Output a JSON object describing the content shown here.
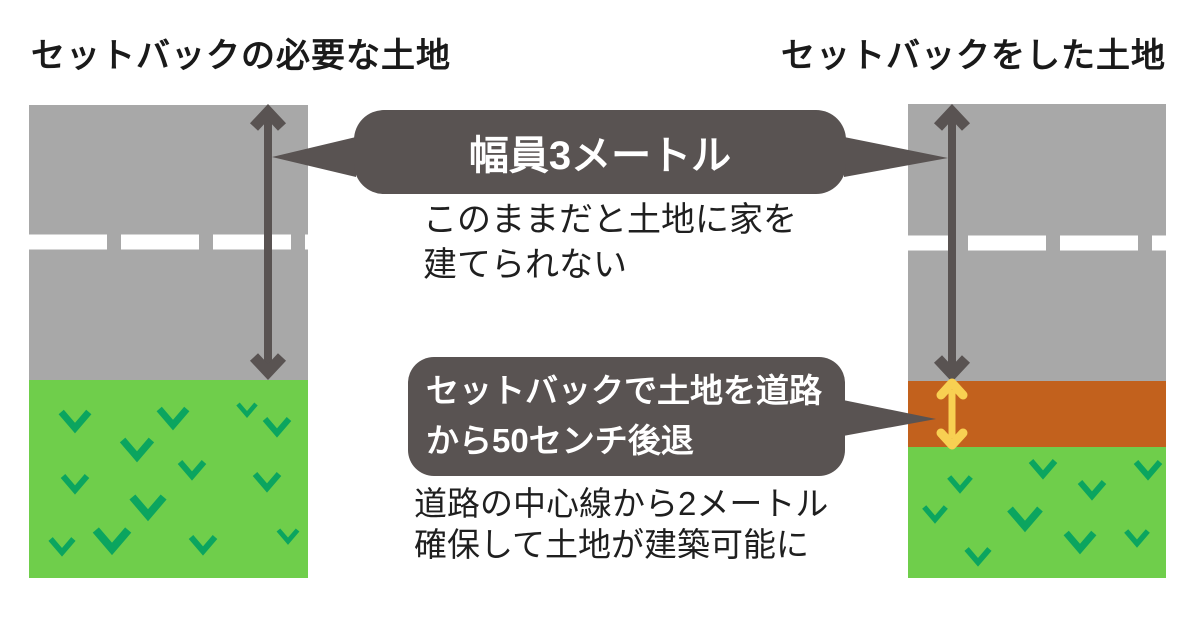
{
  "left_panel": {
    "title": "セットバックの必要な土地"
  },
  "right_panel": {
    "title": "セットバックをした土地"
  },
  "callout_road_width": {
    "label": "幅員3メートル"
  },
  "note_no_build": {
    "line1": "このままだと土地に家を",
    "line2": "建てられない"
  },
  "callout_setback": {
    "line1": "セットバックで土地を道路",
    "line2": "から50センチ後退"
  },
  "note_buildable": {
    "line1": "道路の中心線から2メートル",
    "line2": "確保して土地が建築可能に"
  },
  "colors": {
    "background": "#FFFFFF",
    "road": "#A8A8A8",
    "lane_line": "#FFFFFF",
    "dark_gray": "#595352",
    "grass": "#6FCE4B",
    "grass_mark": "#0BA55F",
    "setback_strip": "#C2611D",
    "setback_arrow_yellow": "#F8D052",
    "text": "#1A1A1A"
  },
  "icons": {
    "road_width_arrow": "double-arrow-vertical-icon",
    "setback_arrow": "double-arrow-vertical-icon",
    "grass_mark": "v-check-icon",
    "callout_pointer": "triangle-pointer-icon"
  }
}
